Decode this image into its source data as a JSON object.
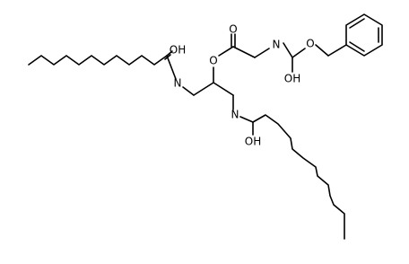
{
  "molecule": {
    "atoms": {
      "o_ester_carbonyl": "O",
      "o_ester_link": "O",
      "nh_glycine": "N",
      "oh_carbamate": "OH",
      "o_benzyloxy": "O",
      "oh_amide_left": "OH",
      "n_amide_left": "N",
      "n_amide_right": "N",
      "oh_amide_right": "OH"
    }
  }
}
